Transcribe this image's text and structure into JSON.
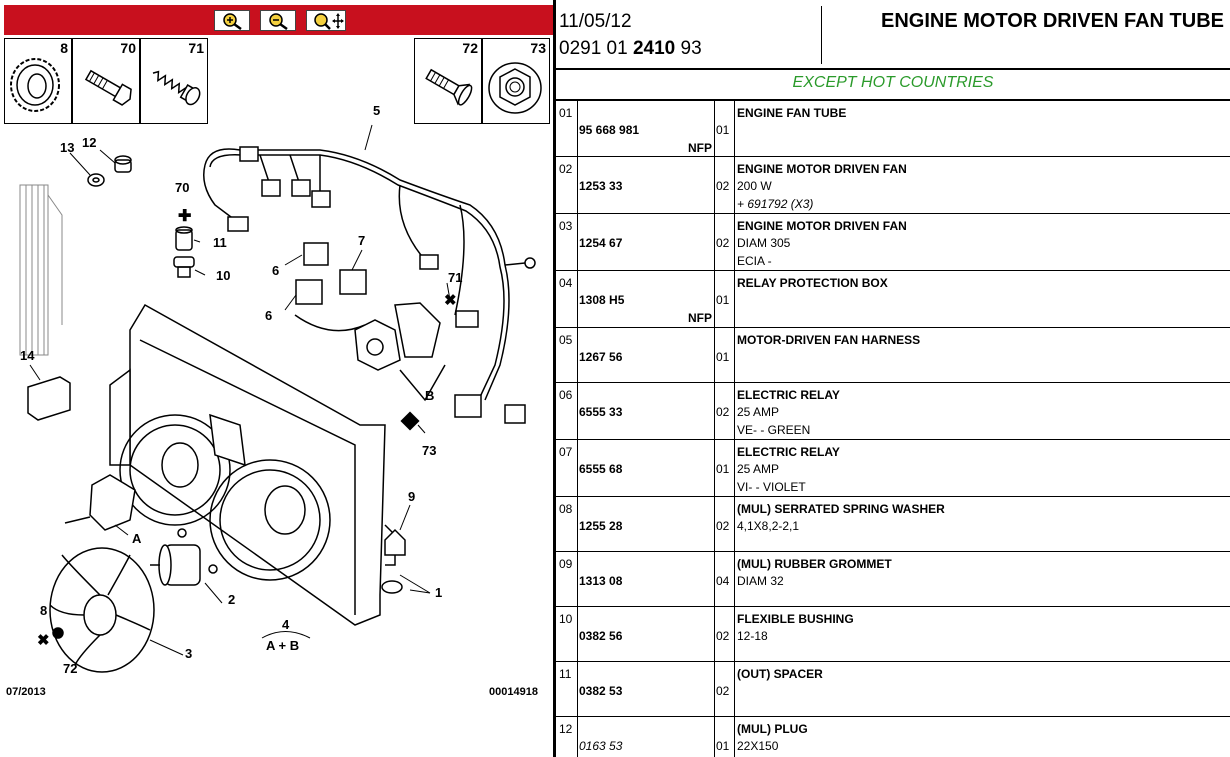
{
  "toolbar": {
    "zoom_in_icon": "zoom-in-icon",
    "zoom_out_icon": "zoom-out-icon",
    "zoom_move_icon": "zoom-move-icon",
    "color": "#c8101e"
  },
  "thumbnails": [
    {
      "num": "8",
      "icon": "serrated-washer-icon"
    },
    {
      "num": "70",
      "icon": "bolt-icon"
    },
    {
      "num": "71",
      "icon": "screw-icon"
    },
    {
      "num": "72",
      "icon": "countersunk-screw-icon"
    },
    {
      "num": "73",
      "icon": "flange-nut-icon"
    }
  ],
  "diagram": {
    "callouts": [
      "13",
      "12",
      "5",
      "70",
      "11",
      "10",
      "6",
      "7",
      "6",
      "71",
      "14",
      "B",
      "73",
      "9",
      "A",
      "1",
      "2",
      "8",
      "72",
      "3",
      "4",
      "A + B"
    ],
    "footer_date": "07/2013",
    "footer_code": "00014918"
  },
  "header": {
    "date": "11/05/12",
    "ref_prefix": "0291 01 ",
    "ref_bold": "2410",
    "ref_suffix": " 93",
    "title": "ENGINE MOTOR DRIVEN FAN TUBE",
    "note": "EXCEPT HOT COUNTRIES",
    "note_color": "#2a9a2a"
  },
  "parts": [
    {
      "idx": "01",
      "ref": "95 668 981",
      "nfp": "NFP",
      "qty": "01",
      "desc": "ENGINE FAN TUBE",
      "line2": "",
      "line3": ""
    },
    {
      "idx": "02",
      "ref": "1253 33",
      "nfp": "",
      "qty": "02",
      "desc": "ENGINE MOTOR DRIVEN FAN",
      "line2": "200 W",
      "line3": "+ 691792 (X3)"
    },
    {
      "idx": "03",
      "ref": "1254 67",
      "nfp": "",
      "qty": "02",
      "desc": "ENGINE MOTOR DRIVEN FAN",
      "line2": "DIAM 305",
      "line3": "ECIA -"
    },
    {
      "idx": "04",
      "ref": "1308 H5",
      "nfp": "NFP",
      "qty": "01",
      "desc": "RELAY PROTECTION BOX",
      "line2": "",
      "line3": ""
    },
    {
      "idx": "05",
      "ref": "1267 56",
      "nfp": "",
      "qty": "01",
      "desc": "MOTOR-DRIVEN FAN HARNESS",
      "line2": "",
      "line3": ""
    },
    {
      "idx": "06",
      "ref": "6555 33",
      "nfp": "",
      "qty": "02",
      "desc": "ELECTRIC RELAY",
      "line2": "25 AMP",
      "line3": "VE- - GREEN"
    },
    {
      "idx": "07",
      "ref": "6555 68",
      "nfp": "",
      "qty": "01",
      "desc": "ELECTRIC RELAY",
      "line2": "25 AMP",
      "line3": "VI- - VIOLET"
    },
    {
      "idx": "08",
      "ref": "1255 28",
      "nfp": "",
      "qty": "02",
      "desc": "(MUL) SERRATED SPRING WASHER",
      "line2": "4,1X8,2-2,1",
      "line3": ""
    },
    {
      "idx": "09",
      "ref": "1313 08",
      "nfp": "",
      "qty": "04",
      "desc": "(MUL) RUBBER GROMMET",
      "line2": "DIAM 32",
      "line3": ""
    },
    {
      "idx": "10",
      "ref": "0382 56",
      "nfp": "",
      "qty": "02",
      "desc": "FLEXIBLE BUSHING",
      "line2": "12-18",
      "line3": ""
    },
    {
      "idx": "11",
      "ref": "0382 53",
      "nfp": "",
      "qty": "02",
      "desc": "(OUT) SPACER",
      "line2": "",
      "line3": ""
    },
    {
      "idx": "12",
      "ref": "0163 53",
      "nfp": "",
      "qty": "01",
      "desc": "(MUL) PLUG",
      "line2": "22X150",
      "line3": ""
    }
  ]
}
